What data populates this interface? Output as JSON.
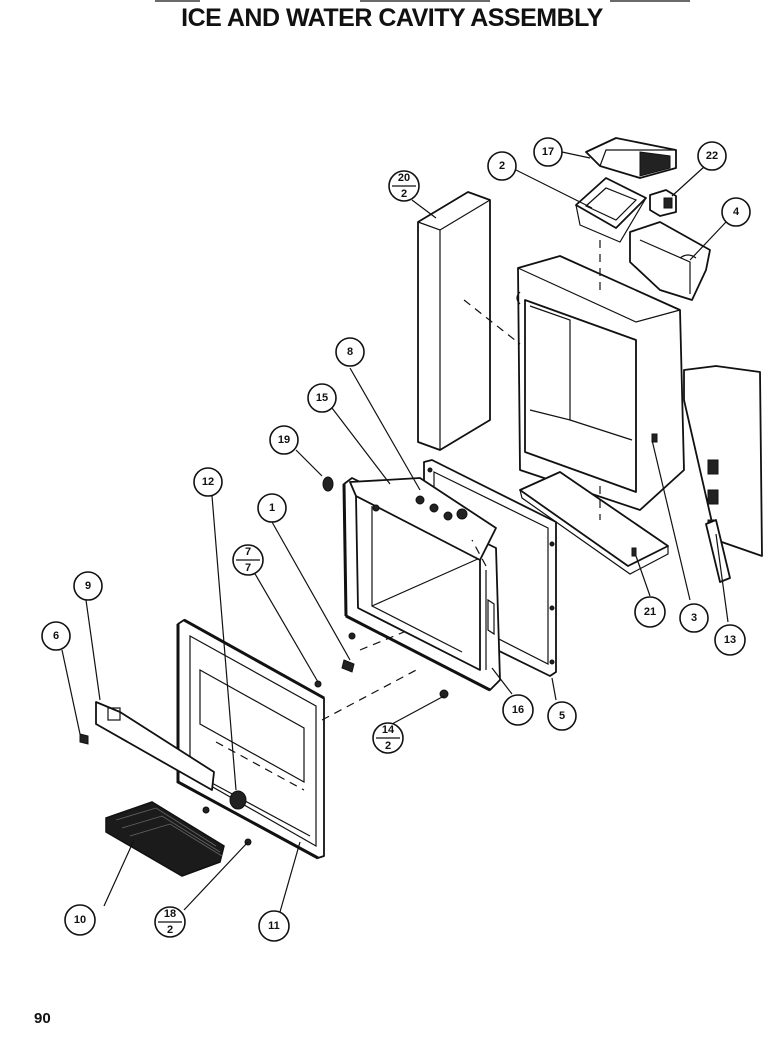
{
  "title": "ICE AND WATER CAVITY ASSEMBLY",
  "page_number": "90",
  "callouts": {
    "c1": "1",
    "c2": "2",
    "c3": "3",
    "c4": "4",
    "c5": "5",
    "c6": "6",
    "c8": "8",
    "c9": "9",
    "c10": "10",
    "c11": "11",
    "c12": "12",
    "c13": "13",
    "c15": "15",
    "c16": "16",
    "c17": "17",
    "c19": "19",
    "c21": "21",
    "c22": "22",
    "c7_top": "7",
    "c7_bottom": "7",
    "c14_top": "14",
    "c14_bottom": "2",
    "c18_top": "18",
    "c18_bottom": "2",
    "c20_top": "20",
    "c20_bottom": "2"
  }
}
